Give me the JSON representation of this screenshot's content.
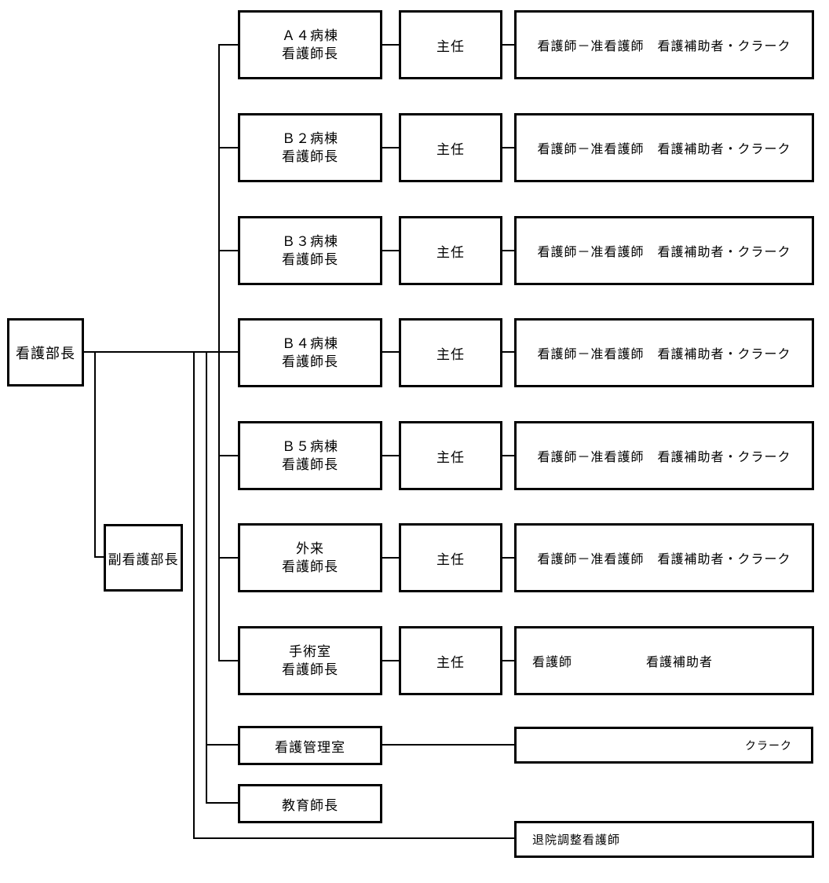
{
  "org_chart": {
    "director": "看護部長",
    "deputy_director": "副看護部長",
    "rows": [
      {
        "unit_line1": "Ａ４病棟",
        "unit_line2": "看護師長",
        "chief": "主任",
        "staff": "看護師－准看護師　看護補助者・クラーク"
      },
      {
        "unit_line1": "Ｂ２病棟",
        "unit_line2": "看護師長",
        "chief": "主任",
        "staff": "看護師－准看護師　看護補助者・クラーク"
      },
      {
        "unit_line1": "Ｂ３病棟",
        "unit_line2": "看護師長",
        "chief": "主任",
        "staff": "看護師－准看護師　看護補助者・クラーク"
      },
      {
        "unit_line1": "Ｂ４病棟",
        "unit_line2": "看護師長",
        "chief": "主任",
        "staff": "看護師－准看護師　看護補助者・クラーク"
      },
      {
        "unit_line1": "Ｂ５病棟",
        "unit_line2": "看護師長",
        "chief": "主任",
        "staff": "看護師－准看護師　看護補助者・クラーク"
      },
      {
        "unit_line1": "外来",
        "unit_line2": "看護師長",
        "chief": "主任",
        "staff": "看護師－准看護師　看護補助者・クラーク"
      },
      {
        "unit_line1": "手術室",
        "unit_line2": "看護師長",
        "chief": "主任",
        "staff_left": "看護師",
        "staff_right": "看護補助者"
      }
    ],
    "admin_office": "看護管理室",
    "clerk": "クラーク",
    "education_manager": "教育師長",
    "discharge_nurse": "退院調整看護師",
    "colors": {
      "line": "#000000",
      "background": "#ffffff"
    }
  }
}
